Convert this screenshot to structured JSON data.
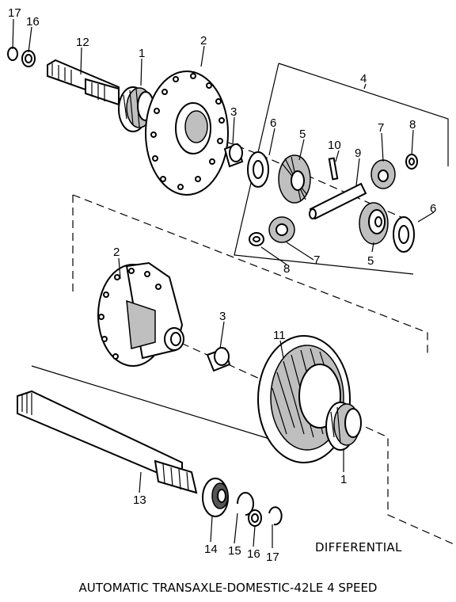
{
  "section_label": "DIFFERENTIAL",
  "caption": "AUTOMATIC TRANSAXLE-DOMESTIC-42LE 4 SPEED",
  "callouts": {
    "c17a": "17",
    "c16a": "16",
    "c12": "12",
    "c1a": "1",
    "c2a": "2",
    "c3a": "3",
    "c4": "4",
    "c6a": "6",
    "c5a": "5",
    "c10": "10",
    "c9": "9",
    "c7a": "7",
    "c8a": "8",
    "c6b": "6",
    "c8b": "8",
    "c7b": "7",
    "c5b": "5",
    "c2b": "2",
    "c3b": "3",
    "c11": "11",
    "c1b": "1",
    "c13": "13",
    "c14": "14",
    "c15": "15",
    "c16b": "16",
    "c17b": "17"
  }
}
